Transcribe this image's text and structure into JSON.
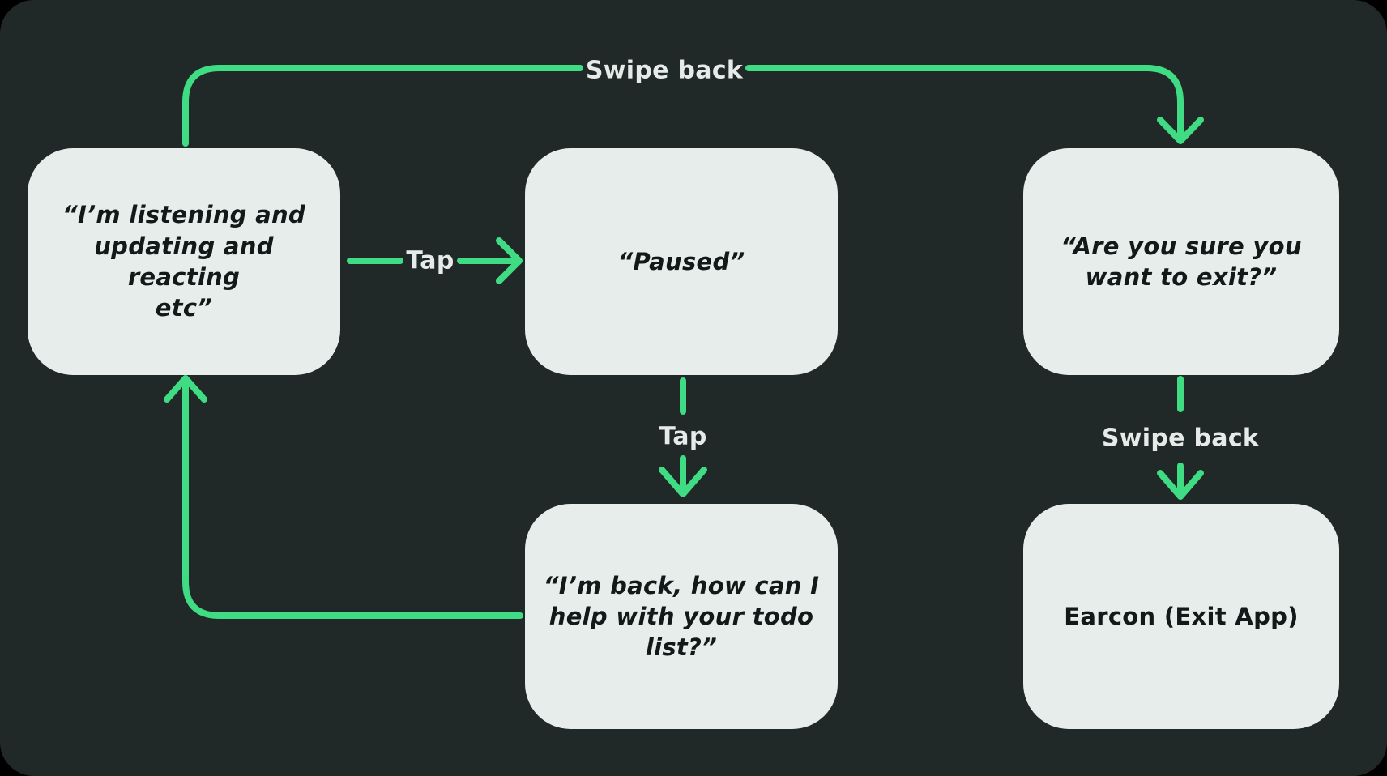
{
  "colors": {
    "background": "#212928",
    "canvas_corner": "#000000",
    "node_fill": "#E6EDEB",
    "node_text": "#121918",
    "edge_green": "#3FDC84",
    "edge_label_text": "#E6EBE9"
  },
  "diagram": {
    "nodes": [
      {
        "id": "listening",
        "label": "“I’m listening and\nupdating and reacting\netc”"
      },
      {
        "id": "paused",
        "label": "“Paused”"
      },
      {
        "id": "exit-confirm",
        "label": "“Are you sure you\nwant to exit?”"
      },
      {
        "id": "back",
        "label": "“I’m back, how can I\nhelp with your todo\nlist?”"
      },
      {
        "id": "earcon",
        "label": "Earcon (Exit App)"
      }
    ],
    "edge_labels": [
      {
        "id": "swipe-back-top",
        "label": "Swipe back"
      },
      {
        "id": "tap-horizontal",
        "label": "Tap"
      },
      {
        "id": "tap-vertical",
        "label": "Tap"
      },
      {
        "id": "swipe-back-right",
        "label": "Swipe back"
      }
    ]
  }
}
